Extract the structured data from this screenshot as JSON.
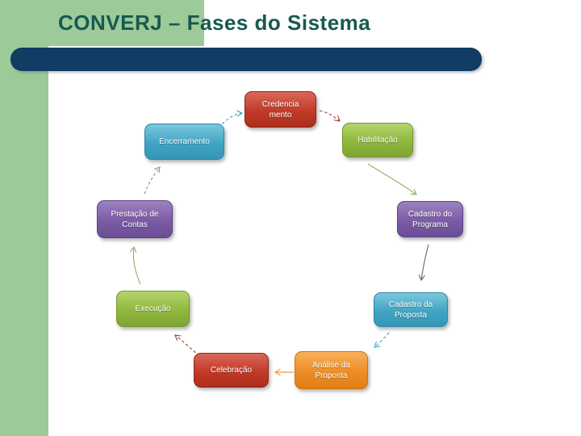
{
  "slide": {
    "title": "CONVERJ – Fases do Sistema",
    "colors": {
      "background": "#ffffff",
      "side_panel_green": "#9cca98",
      "accent_bar_navy": "#113c63",
      "title_text": "#175950"
    }
  },
  "diagram": {
    "type": "cycle",
    "nodes": [
      {
        "id": "credenciamento",
        "label": "Credencia\nmento",
        "color_name": "red",
        "hex": "#c23a28"
      },
      {
        "id": "habilitacao",
        "label": "Habilitação",
        "color_name": "green",
        "hex": "#8fb83e"
      },
      {
        "id": "cadastro-programa",
        "label": "Cadastro do\nPrograma",
        "color_name": "purple",
        "hex": "#7a5ba5"
      },
      {
        "id": "cadastro-proposta",
        "label": "Cadastro da\nProposta",
        "color_name": "teal",
        "hex": "#41a4c4"
      },
      {
        "id": "analise-proposta",
        "label": "Análise da\nProposta",
        "color_name": "orange",
        "hex": "#ee8d28"
      },
      {
        "id": "celebracao",
        "label": "Celebração",
        "color_name": "red",
        "hex": "#c23a28"
      },
      {
        "id": "execucao",
        "label": "Execução",
        "color_name": "green",
        "hex": "#8fb83e"
      },
      {
        "id": "prestacao-contas",
        "label": "Prestação de\nContas",
        "color_name": "purple",
        "hex": "#7a5ba5"
      },
      {
        "id": "encerramento",
        "label": "Encerramento",
        "color_name": "teal",
        "hex": "#41a4c4"
      }
    ],
    "arrows": [
      {
        "from": "encerramento",
        "to": "credenciamento",
        "style": "dashed",
        "color": "#3da0c0"
      },
      {
        "from": "credenciamento",
        "to": "habilitacao",
        "style": "dashed",
        "color": "#a8453a"
      },
      {
        "from": "habilitacao",
        "to": "cadastro-programa",
        "style": "solid",
        "color": "#9aac62"
      },
      {
        "from": "cadastro-programa",
        "to": "cadastro-proposta",
        "style": "solid",
        "color": "#66617a"
      },
      {
        "from": "cadastro-proposta",
        "to": "analise-proposta",
        "style": "dashed",
        "color": "#3da0c0"
      },
      {
        "from": "analise-proposta",
        "to": "celebracao",
        "style": "solid",
        "color": "#e89a45"
      },
      {
        "from": "celebracao",
        "to": "execucao",
        "style": "dashed",
        "color": "#8f4038"
      },
      {
        "from": "execucao",
        "to": "prestacao-contas",
        "style": "solid",
        "color": "#9aac62"
      },
      {
        "from": "prestacao-contas",
        "to": "encerramento",
        "style": "dashed",
        "color": "#8f8c9b"
      }
    ]
  }
}
